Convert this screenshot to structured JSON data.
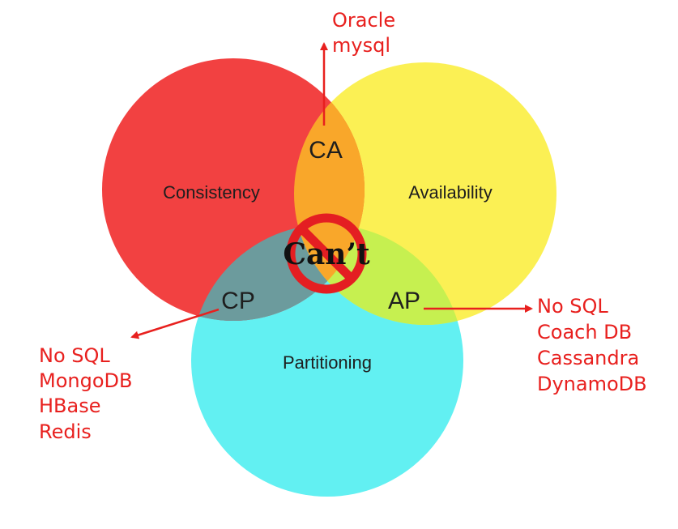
{
  "colors": {
    "consistency": "#f24141",
    "availability": "#fbf054",
    "partitioning": "#62f0f2",
    "ca_overlap": "#f9a72a",
    "cp_overlap": "#6c9b9d",
    "ap_overlap": "#c6f050",
    "annotation": "#e8201e",
    "no_symbol": "#e41e22"
  },
  "circles": {
    "consistency": "Consistency",
    "availability": "Availability",
    "partitioning": "Partitioning"
  },
  "regions": {
    "ca": "CA",
    "cp": "CP",
    "ap": "AP",
    "center": "Can’t"
  },
  "annotations": {
    "ca": [
      "Oracle",
      "mysql"
    ],
    "cp": [
      "No SQL",
      "MongoDB",
      "HBase",
      "Redis"
    ],
    "ap": [
      "No SQL",
      "Coach DB",
      "Cassandra",
      "DynamoDB"
    ]
  },
  "icons": {
    "center": "no-entry-icon"
  }
}
